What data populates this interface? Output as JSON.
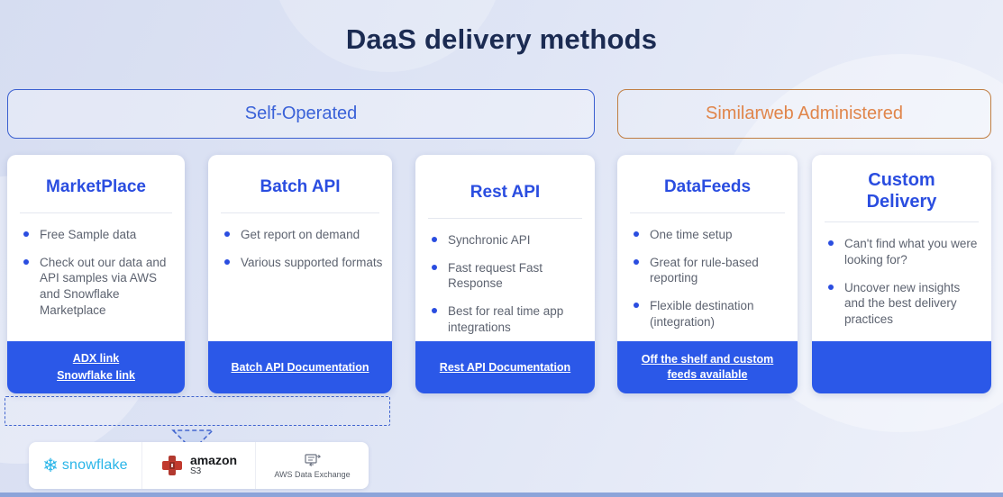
{
  "title": "DaaS delivery methods",
  "groups": {
    "self_operated": "Self-Operated",
    "similarweb": "Similarweb Administered"
  },
  "cards": [
    {
      "id": "marketplace",
      "title": "MarketPlace",
      "bullets": [
        "Free Sample data",
        "Check out our data and API samples via AWS and Snowflake Marketplace"
      ],
      "links": [
        {
          "name": "adx-link",
          "label": "ADX link"
        },
        {
          "name": "snowflake-link",
          "label": "Snowflake link"
        }
      ]
    },
    {
      "id": "batch-api",
      "title": "Batch API",
      "bullets": [
        "Get report on demand",
        "Various supported formats"
      ],
      "links": [
        {
          "name": "batch-api-documentation-link",
          "label": "Batch API Documentation"
        }
      ]
    },
    {
      "id": "rest-api",
      "title": "Rest API",
      "bullets": [
        "Synchronic API",
        "Fast request Fast Response",
        "Best for real time app integrations"
      ],
      "links": [
        {
          "name": "rest-api-documentation-link",
          "label": "Rest API Documentation"
        }
      ]
    },
    {
      "id": "datafeeds",
      "title": "DataFeeds",
      "bullets": [
        "One time setup",
        "Great for rule-based reporting",
        "Flexible destination (integration)"
      ],
      "links": [
        {
          "name": "feeds-available-link",
          "label": "Off the shelf and custom feeds available"
        }
      ]
    },
    {
      "id": "custom-delivery",
      "title": "Custom Delivery",
      "bullets": [
        "Can't find what you were looking for?",
        "Uncover new insights and the best delivery practices"
      ],
      "links": []
    }
  ],
  "logos": {
    "snowflake_label": "snowflake",
    "amazon_label": "amazon",
    "amazon_sub_label": "S3",
    "aws_data_exchange_label": "AWS Data Exchange"
  },
  "colors": {
    "accent_blue": "#2b58e8",
    "card_title_blue": "#2a4de0",
    "self_operated_blue": "#3a62d8",
    "similarweb_orange": "#e0854a",
    "title_navy": "#1b2b52",
    "snowflake_cyan": "#29b5e8",
    "amazon_red": "#c13a2e",
    "connector_blue": "#4165cf"
  }
}
